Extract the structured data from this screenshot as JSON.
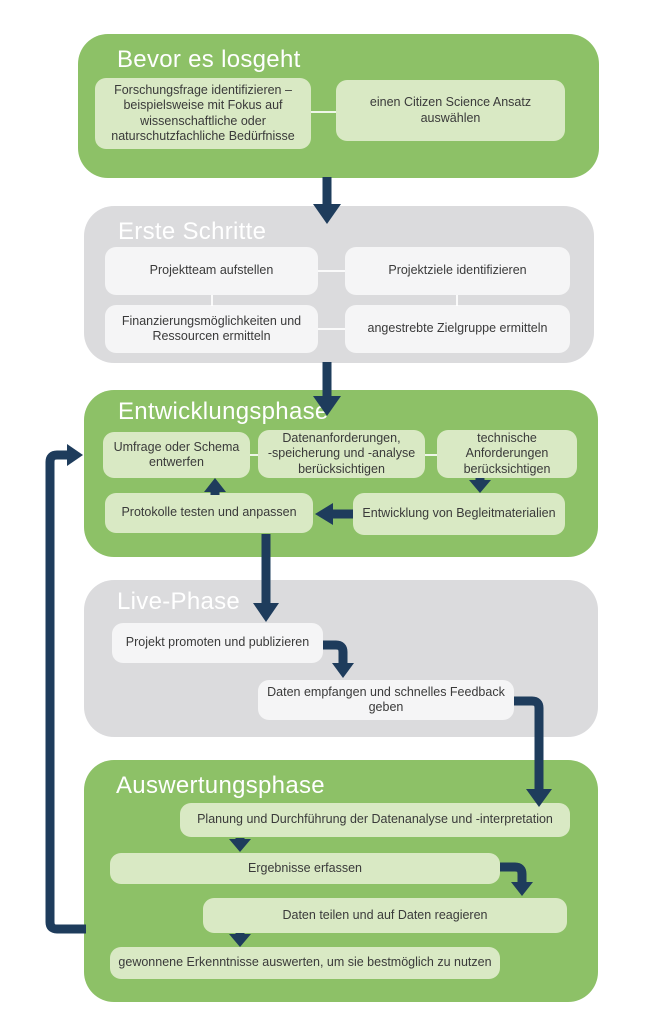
{
  "colors": {
    "section_green": "#8DC167",
    "box_light_green": "#D9E9C4",
    "section_gray": "#DBDBDD",
    "box_light_gray": "#F5F5F6",
    "arrow_navy": "#1E3C5C",
    "title_text": "#FFFFFF",
    "box_text": "#3A3A3A"
  },
  "sections": [
    {
      "title": "Bevor es losgeht",
      "variant": "green",
      "boxes": [
        {
          "text": "Forschungsfrage identifizieren –\nbeispielsweise mit Fokus auf\nwissenschaftliche oder\nnaturschutzfachliche Bedürfnisse"
        },
        {
          "text": "einen Citizen Science Ansatz\nauswählen"
        }
      ]
    },
    {
      "title": "Erste Schritte",
      "variant": "gray",
      "boxes": [
        {
          "text": "Projektteam aufstellen"
        },
        {
          "text": "Projektziele identifizieren"
        },
        {
          "text": "Finanzierungsmöglichkeiten und\nRessourcen ermitteln"
        },
        {
          "text": "angestrebte Zielgruppe ermitteln"
        }
      ]
    },
    {
      "title": "Entwicklungsphase",
      "variant": "green",
      "boxes": [
        {
          "text": "Umfrage oder Schema\nentwerfen"
        },
        {
          "text": "Datenanforderungen,\n-speicherung und -analyse\nberücksichtigen"
        },
        {
          "text": "technische\nAnforderungen\nberücksichtigen"
        },
        {
          "text": "Protokolle testen und anpassen"
        },
        {
          "text": "Entwicklung von Begleitmaterialien"
        }
      ]
    },
    {
      "title": "Live-Phase",
      "variant": "gray",
      "boxes": [
        {
          "text": "Projekt promoten und publizieren"
        },
        {
          "text": "Daten empfangen und schnelles Feedback\ngeben"
        }
      ]
    },
    {
      "title": "Auswertungsphase",
      "variant": "green",
      "boxes": [
        {
          "text": "Planung und Durchführung der Datenanalyse und -interpretation"
        },
        {
          "text": "Ergebnisse erfassen"
        },
        {
          "text": "Daten teilen und auf Daten reagieren"
        },
        {
          "text": "gewonnene Erkenntnisse auswerten, um sie bestmöglich zu nutzen"
        }
      ]
    }
  ],
  "connections": [
    {
      "from": "Bevor es losgeht",
      "to": "Erste Schritte"
    },
    {
      "from": "Erste Schritte",
      "to": "Entwicklungsphase"
    },
    {
      "from": "technische Anforderungen berücksichtigen",
      "to": "Entwicklung von Begleitmaterialien"
    },
    {
      "from": "Entwicklung von Begleitmaterialien",
      "to": "Protokolle testen und anpassen"
    },
    {
      "from": "Protokolle testen und anpassen",
      "to": "Umfrage oder Schema entwerfen"
    },
    {
      "from": "Protokolle testen und anpassen",
      "to": "Projekt promoten und publizieren"
    },
    {
      "from": "Projekt promoten und publizieren",
      "to": "Daten empfangen und schnelles Feedback geben"
    },
    {
      "from": "Daten empfangen und schnelles Feedback geben",
      "to": "Planung und Durchführung der Datenanalyse und -interpretation"
    },
    {
      "from": "Planung und Durchführung der Datenanalyse und -interpretation",
      "to": "Ergebnisse erfassen"
    },
    {
      "from": "Ergebnisse erfassen",
      "to": "Daten teilen und auf Daten reagieren"
    },
    {
      "from": "Daten teilen und auf Daten reagieren",
      "to": "gewonnene Erkenntnisse auswerten, um sie bestmöglich zu nutzen"
    },
    {
      "from": "Auswertungsphase (Feedback-Schleife)",
      "to": "Umfrage oder Schema entwerfen"
    }
  ]
}
